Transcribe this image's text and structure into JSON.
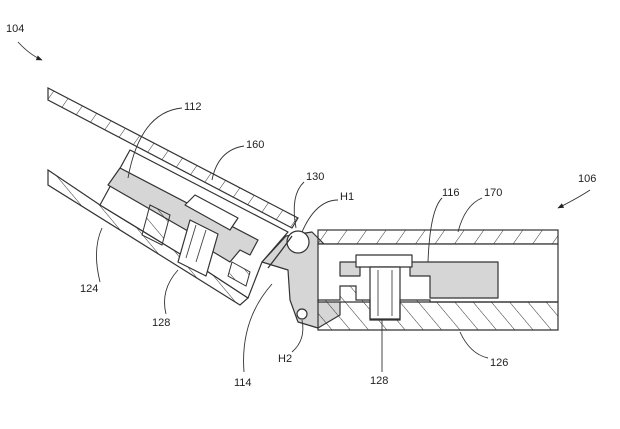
{
  "labels": {
    "l104": "104",
    "l106": "106",
    "l112": "112",
    "l160": "160",
    "l130": "130",
    "lH1": "H1",
    "l116": "116",
    "l170": "170",
    "l124": "124",
    "l128a": "128",
    "l114": "114",
    "lH2": "H2",
    "l128b": "128",
    "l126": "126"
  },
  "colors": {
    "line": "#333333",
    "fill_gray": "#d6d6d6",
    "background": "#ffffff"
  }
}
